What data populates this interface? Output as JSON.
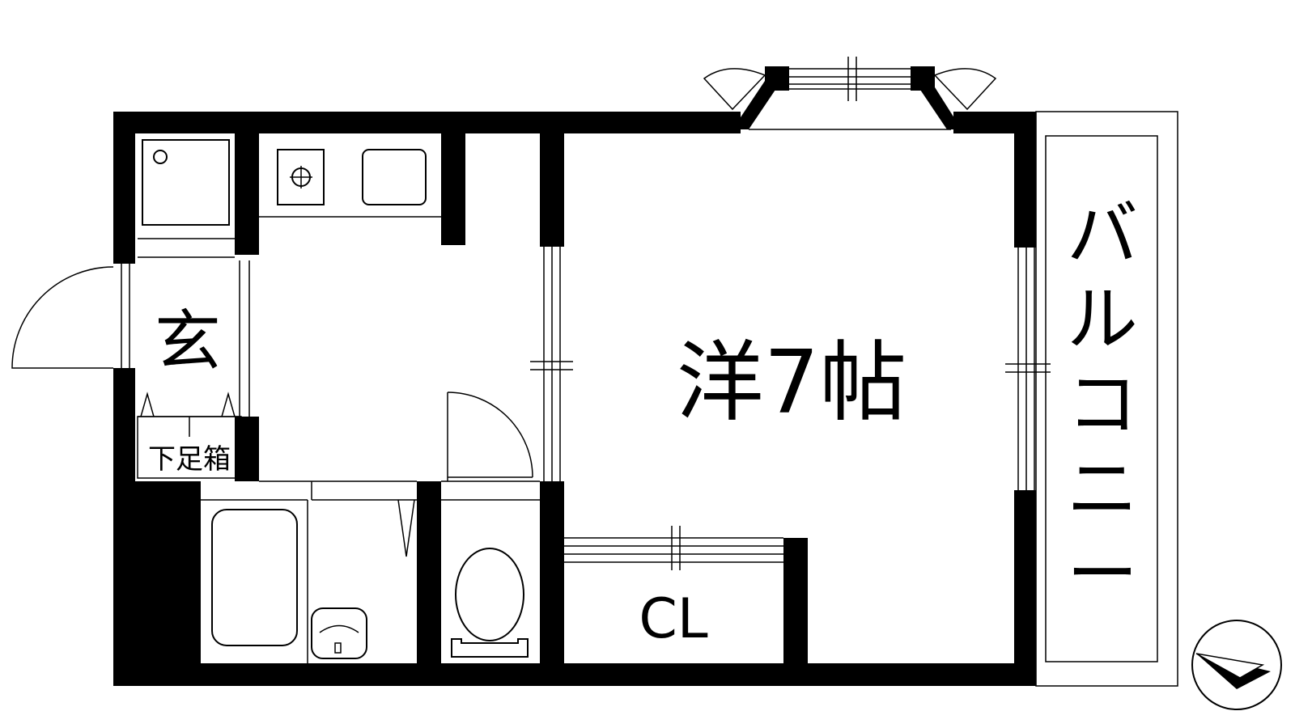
{
  "plan": {
    "rooms": {
      "western_room": "洋7帖",
      "entrance": "玄",
      "shoe_cabinet": "下足箱",
      "closet": "CL",
      "balcony": "バルコニー"
    },
    "balcony_chars": [
      "バ",
      "ル",
      "コ",
      "ニ",
      "ー"
    ],
    "colors": {
      "wall": "#000000",
      "background": "#ffffff"
    },
    "compass": "compass-icon"
  }
}
